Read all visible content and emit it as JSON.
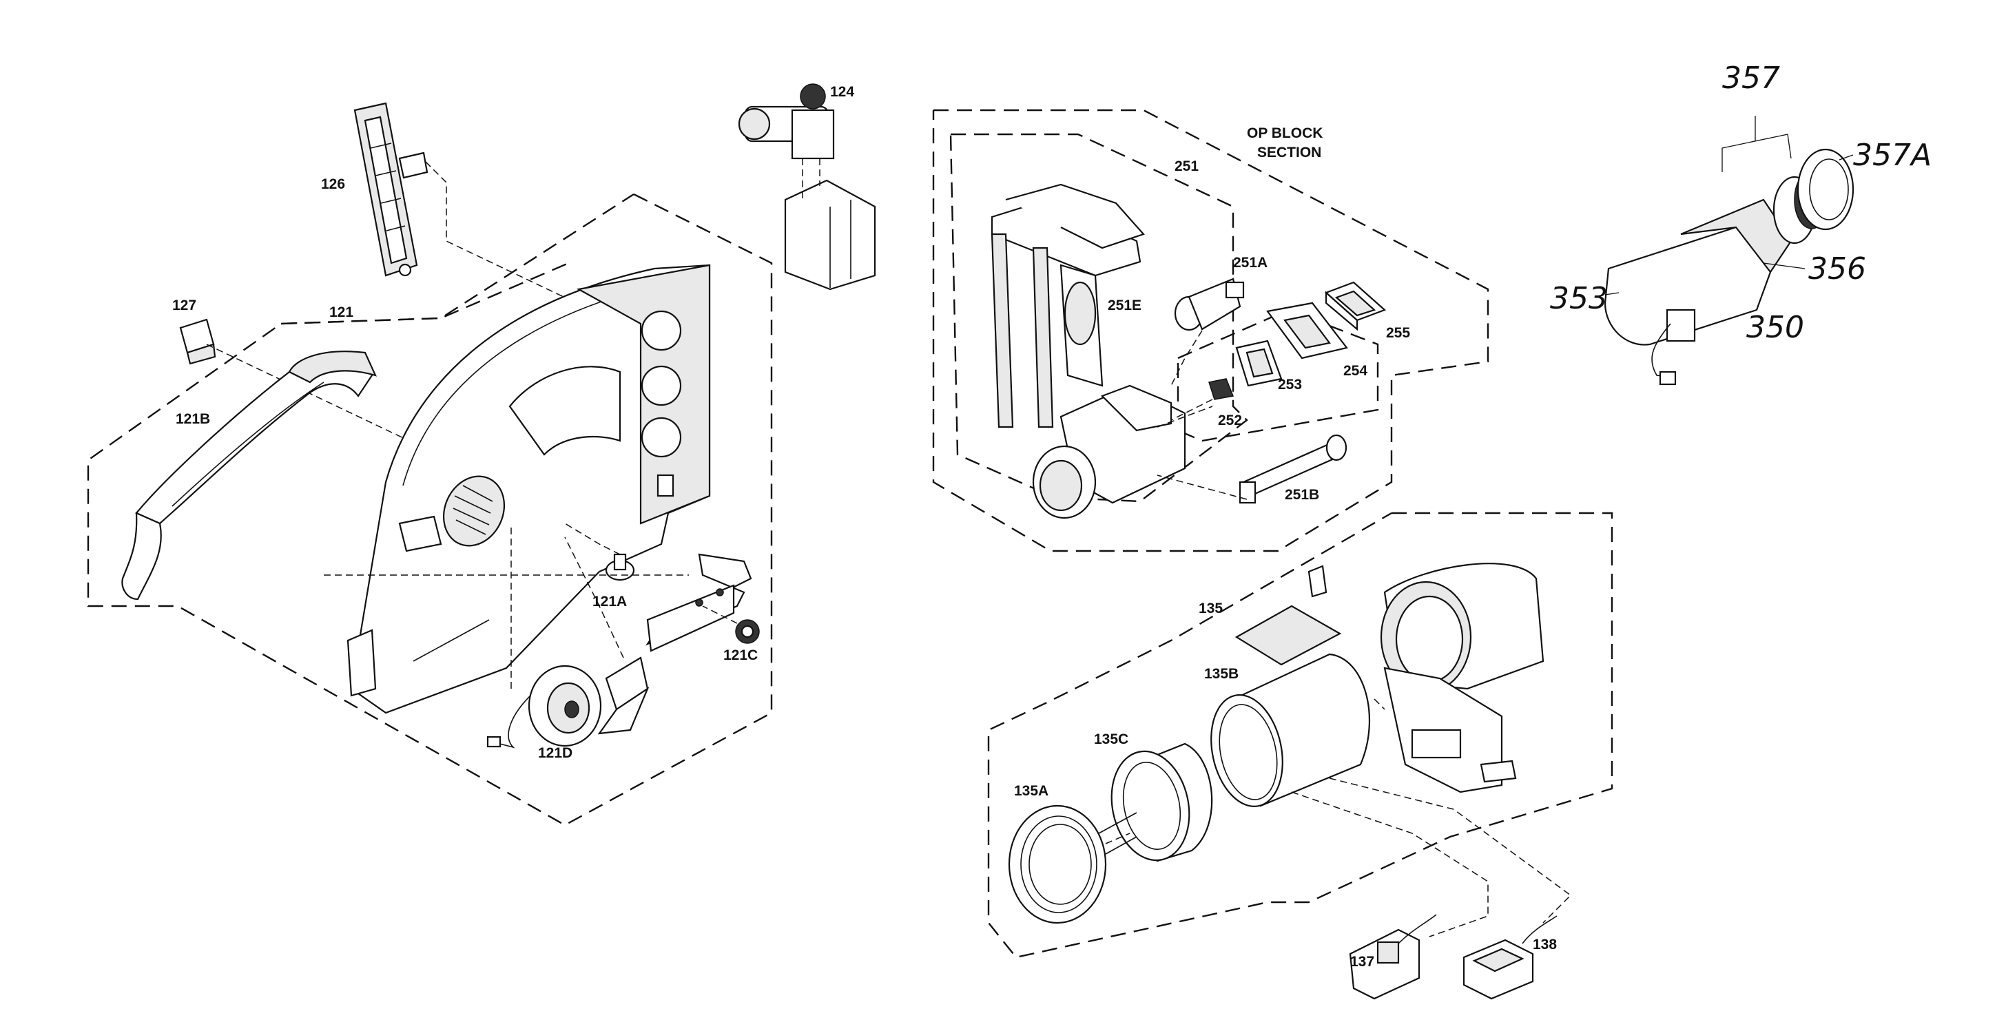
{
  "section_title": [
    "OP BLOCK",
    "SECTION"
  ],
  "labels": {
    "p126": "126",
    "p124": "124",
    "p127": "127",
    "p121": "121",
    "p121B": "121B",
    "p121A": "121A",
    "p121C": "121C",
    "p121D": "121D",
    "p251": "251",
    "p251A": "251A",
    "p251E": "251E",
    "p251B": "251B",
    "p252": "252",
    "p253": "253",
    "p254": "254",
    "p255": "255",
    "p135": "135",
    "p135B": "135B",
    "p135C": "135C",
    "p135A": "135A",
    "p137": "137",
    "p138": "138"
  },
  "handwritten": {
    "p357": "357",
    "p357A": "357A",
    "p353": "353",
    "p356": "356",
    "p350": "350"
  }
}
